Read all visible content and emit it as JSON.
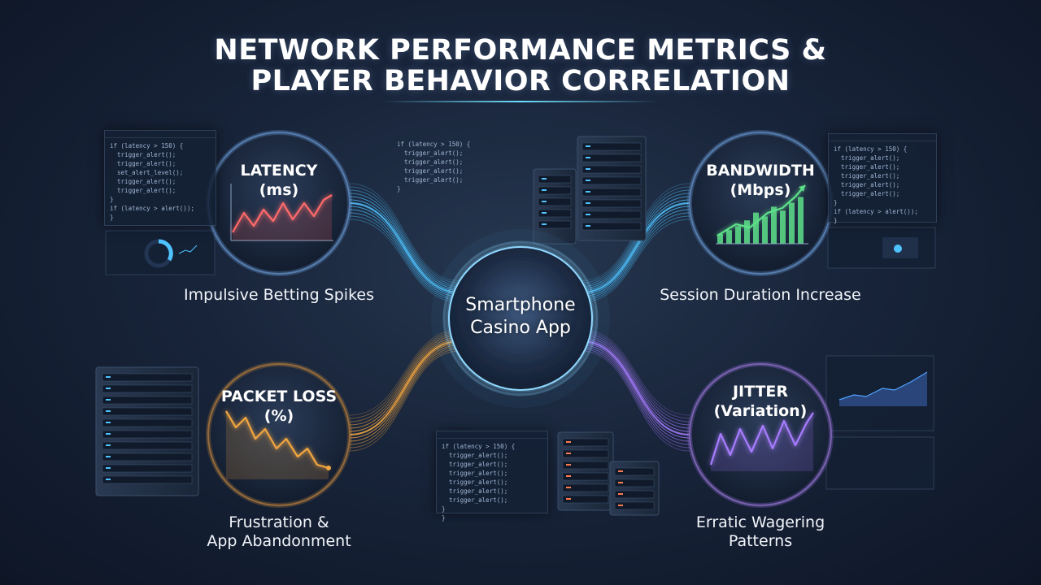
{
  "title": {
    "line1": "NETWORK PERFORMANCE METRICS &",
    "line2": "PLAYER BEHAVIOR CORRELATION"
  },
  "hub": {
    "line1": "Smartphone",
    "line2": "Casino App"
  },
  "metrics": {
    "latency": {
      "line1": "LATENCY",
      "line2": "(ms)",
      "caption": "Impulsive Betting Spikes",
      "color": "#ff6b6b"
    },
    "bandwidth": {
      "line1": "BANDWIDTH",
      "line2": "(Mbps)",
      "caption": "Session Duration Increase",
      "color": "#5ee08a"
    },
    "packet_loss": {
      "line1": "PACKET LOSS",
      "line2": "(%)",
      "caption_line1": "Frustration &",
      "caption_line2": "App Abandonment",
      "color": "#f2a640"
    },
    "jitter": {
      "line1": "JITTER",
      "line2": "(Variation)",
      "caption_line1": "Erratic Wagering",
      "caption_line2": "Patterns",
      "color": "#a77bff"
    }
  },
  "code_snippets": {
    "top_left": [
      "if (latency > 150) {",
      "  trigger_alert();",
      "  trigger_alert();",
      "  set_alert_level();",
      "  trigger_alert();",
      "  trigger_alert();",
      "}",
      "if (latency > alert());",
      "}"
    ],
    "top_center": [
      "if (latency > 150) {",
      "  trigger_alert();",
      "  trigger_alert();",
      "  trigger_alert();",
      "  trigger_alert();",
      "}"
    ],
    "top_right": [
      "if (latency > 150) {",
      "  trigger_alert();",
      "  trigger_alert();",
      "  trigger_alert();",
      "  trigger_alert();",
      "  trigger_alert();",
      "}",
      "if (latency > alert());",
      "}"
    ],
    "bottom_center": [
      "if (latency > 150) {",
      "  trigger_alert();",
      "  trigger_alert();",
      "  trigger_alert();",
      "  trigger_alert();",
      "  trigger_alert();",
      "  trigger_alert();",
      "}",
      "}"
    ]
  },
  "colors": {
    "latency_stream": "#4fc3ff",
    "bandwidth_stream": "#4fc3ff",
    "packet_loss_stream": "#f2a640",
    "jitter_stream": "#a77bff",
    "hub_glow": "#8fd8ff"
  }
}
